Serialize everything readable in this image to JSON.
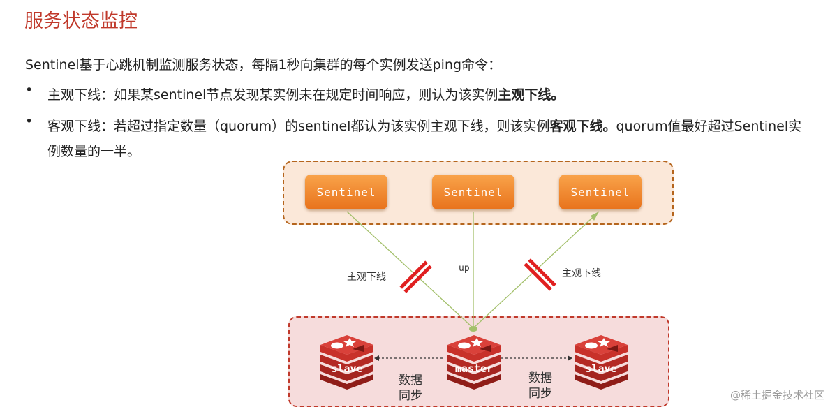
{
  "page": {
    "title": "服务状态监控",
    "intro": "Sentinel基于心跳机制监测服务状态，每隔1秒向集群的每个实例发送ping命令：",
    "bullets": [
      {
        "bullet": "•",
        "prefix": "主观下线：如果某sentinel节点发现某实例未在规定时间响应，则认为该实例",
        "bold": "主观下线。",
        "suffix": ""
      },
      {
        "bullet": "•",
        "prefix": "客观下线：若超过指定数量（quorum）的sentinel都认为该实例主观下线，则该实例",
        "bold": "客观下线。",
        "suffix": "quorum值最好超过Sentinel实例数量的一半。"
      }
    ],
    "watermark": "@稀土掘金技术社区"
  },
  "diagram": {
    "sentinels": [
      "Sentinel",
      "Sentinel",
      "Sentinel"
    ],
    "edge_labels": {
      "left": "主观下线",
      "middle": "up",
      "right": "主观下线"
    },
    "nodes": {
      "left": "slave",
      "center": "master",
      "right": "slave"
    },
    "sync_labels": {
      "left": [
        "数据",
        "同步"
      ],
      "right": [
        "数据",
        "同步"
      ]
    },
    "colors": {
      "title": "#c0392b",
      "sentinel_fill": "#f08a2c",
      "sentinel_group_bg": "#fbe8d9",
      "master_group_bg": "#f6dcdc",
      "link_line": "#a3c06b",
      "cut_mark": "#e02020",
      "redis_red": "#c8312a"
    }
  }
}
